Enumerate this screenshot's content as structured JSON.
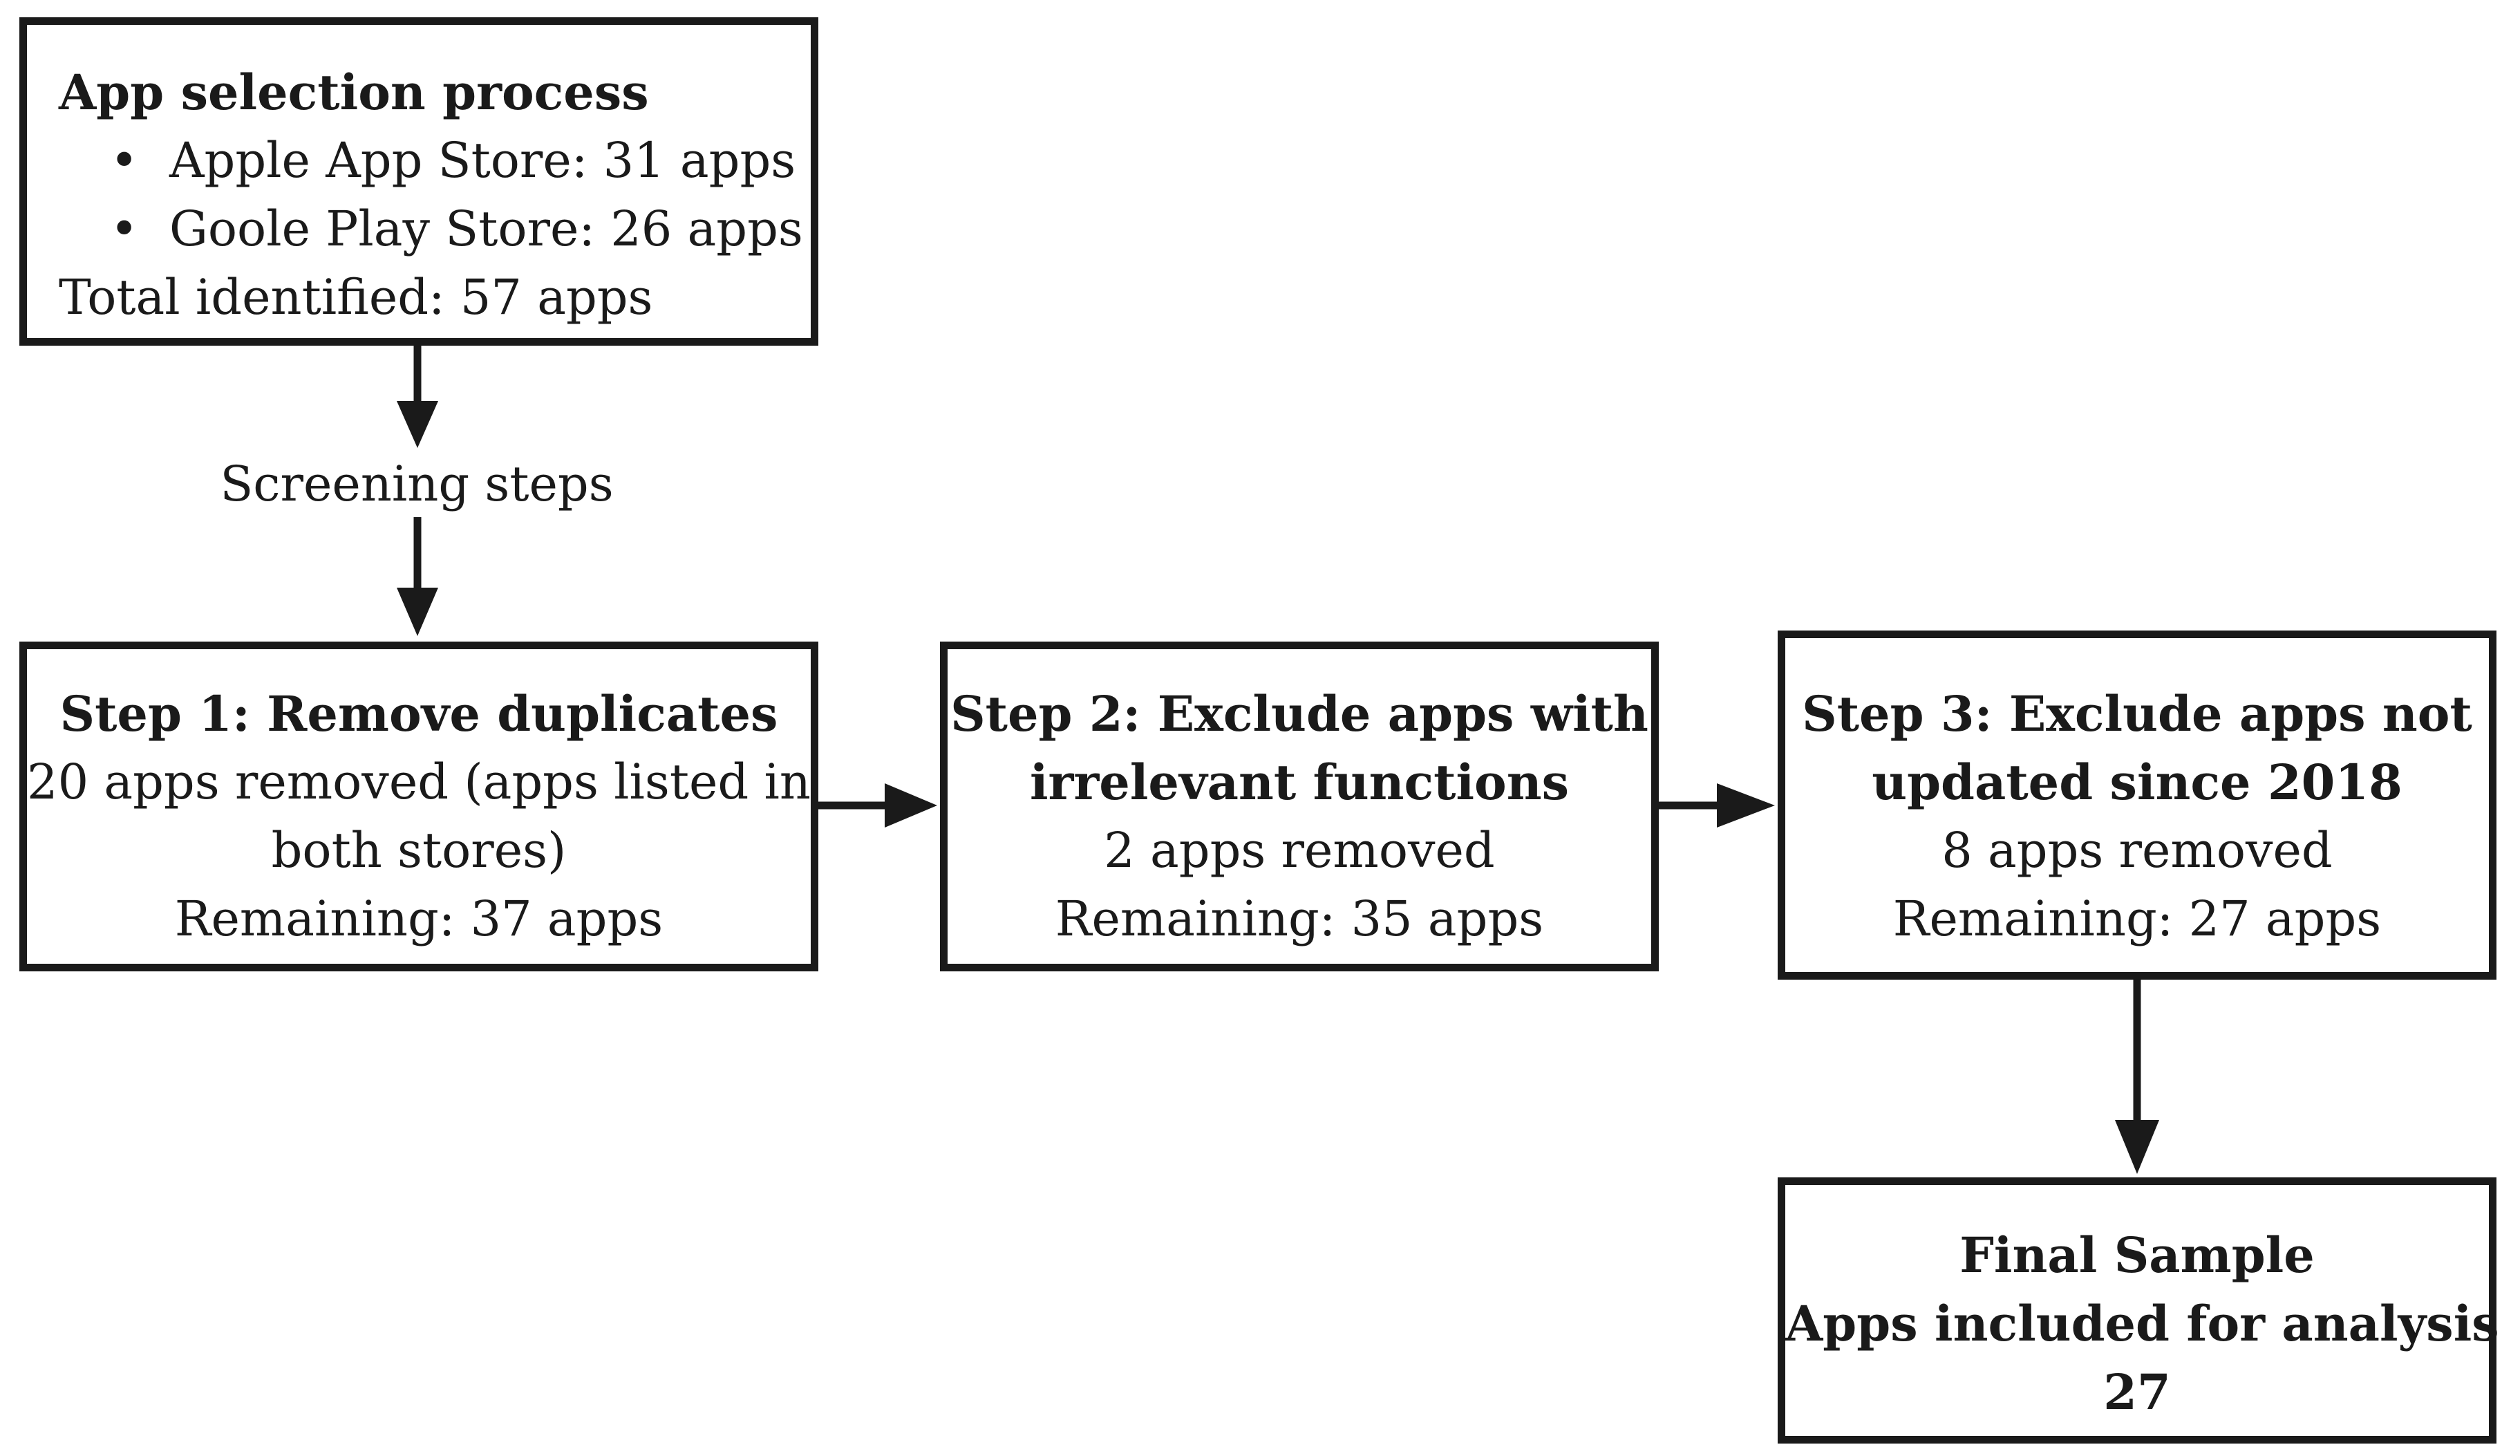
{
  "start_box": {
    "title": "App selection process",
    "bullets": [
      {
        "bullet": "•",
        "text": "Apple App Store: 31 apps"
      },
      {
        "bullet": "•",
        "text": "Goole Play Store: 26 apps"
      }
    ],
    "total": "Total identified: 57 apps"
  },
  "screening_label": "Screening steps",
  "step1": {
    "title": "Step 1: Remove duplicates",
    "line1": "20 apps removed (apps listed in",
    "line2": "both stores)",
    "remaining": "Remaining: 37 apps"
  },
  "step2": {
    "title_line1": "Step 2: Exclude apps with",
    "title_line2": "irrelevant functions",
    "removed": "2 apps removed",
    "remaining": "Remaining: 35 apps"
  },
  "step3": {
    "title_line1": "Step 3: Exclude apps not",
    "title_line2": "updated since 2018",
    "removed": "8 apps removed",
    "remaining": "Remaining: 27 apps"
  },
  "final": {
    "title": "Final Sample",
    "line1": "Apps included for analysis:",
    "count": "27"
  }
}
